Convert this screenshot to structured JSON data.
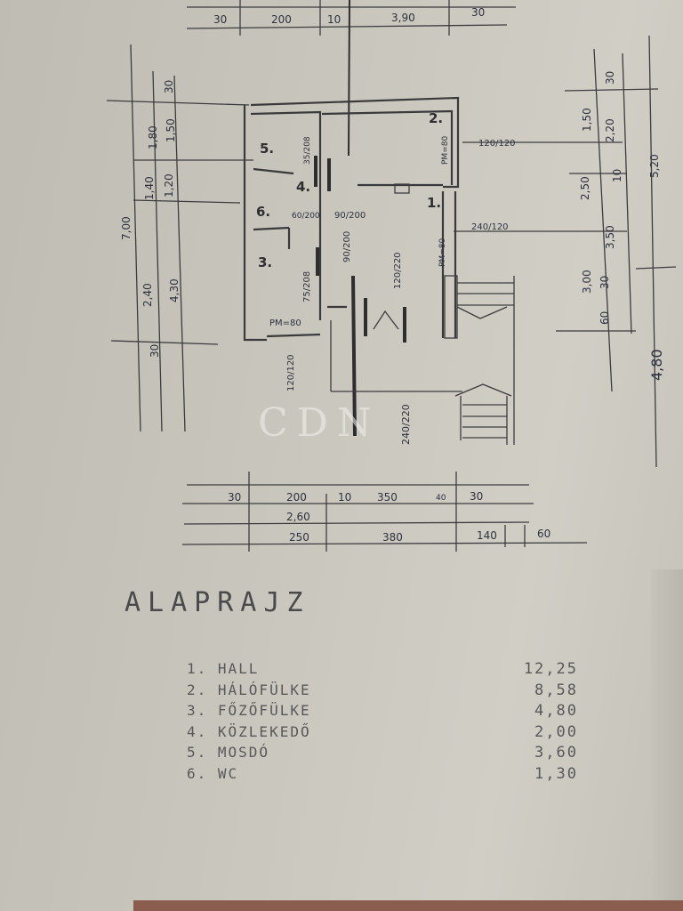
{
  "plan": {
    "title": "ALAPRAJZ",
    "watermark": "CDN",
    "rooms": [
      "1.",
      "2.",
      "3.",
      "4.",
      "5.",
      "6."
    ],
    "top_dims": [
      "30",
      "200",
      "10",
      "3,90",
      "30"
    ],
    "left_dims": [
      "7,00",
      "30",
      "1,80",
      "1,40",
      "2,40",
      "30",
      "1,50",
      "1,20",
      "4,30"
    ],
    "right_dims": [
      "30",
      "1,50",
      "2,20",
      "5,20",
      "2,50",
      "10",
      "3,50",
      "3,00",
      "30",
      "60",
      "4,80"
    ],
    "bottom_dims_row1": [
      "30",
      "200",
      "10",
      "350",
      "40",
      "30"
    ],
    "bottom_dims_row2": [
      "2,60"
    ],
    "bottom_dims_row3": [
      "250",
      "380",
      "140",
      "60"
    ],
    "openings": [
      "120/120",
      "240/120",
      "90/200",
      "60/200",
      "90/200",
      "120/220",
      "75/208",
      "PM=80",
      "PM=80",
      "PM=80",
      "120/120",
      "240/220",
      "35/208"
    ]
  },
  "legend": [
    {
      "name": "1. HALL",
      "area": "12,25"
    },
    {
      "name": "2. HÁLÓFÜLKE",
      "area": "8,58"
    },
    {
      "name": "3. FŐZŐFÜLKE",
      "area": "4,80"
    },
    {
      "name": "4. KÖZLEKEDŐ",
      "area": "2,00"
    },
    {
      "name": "5. MOSDÓ",
      "area": "3,60"
    },
    {
      "name": "6. WC",
      "area": "1,30"
    }
  ]
}
